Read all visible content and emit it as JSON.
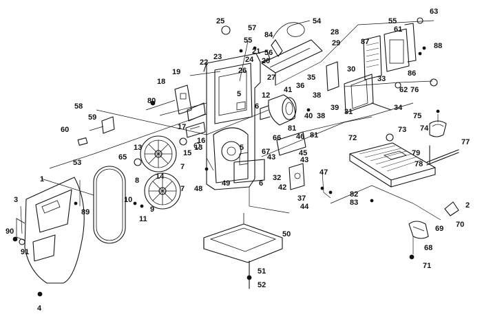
{
  "labels": [
    {
      "id": "1",
      "text": "1"
    },
    {
      "id": "2",
      "text": "2"
    },
    {
      "id": "3",
      "text": "3"
    },
    {
      "id": "4",
      "text": "4"
    },
    {
      "id": "5a",
      "text": "5"
    },
    {
      "id": "5b",
      "text": "5"
    },
    {
      "id": "6a",
      "text": "6"
    },
    {
      "id": "6b",
      "text": "6"
    },
    {
      "id": "7a",
      "text": "7"
    },
    {
      "id": "7b",
      "text": "7"
    },
    {
      "id": "8",
      "text": "8"
    },
    {
      "id": "9",
      "text": "9"
    },
    {
      "id": "10",
      "text": "10"
    },
    {
      "id": "11",
      "text": "11"
    },
    {
      "id": "12",
      "text": "12"
    },
    {
      "id": "13a",
      "text": "13"
    },
    {
      "id": "13b",
      "text": "13"
    },
    {
      "id": "14",
      "text": "14"
    },
    {
      "id": "15",
      "text": "15"
    },
    {
      "id": "16",
      "text": "16"
    },
    {
      "id": "17",
      "text": "17"
    },
    {
      "id": "18",
      "text": "18"
    },
    {
      "id": "19",
      "text": "19"
    },
    {
      "id": "20",
      "text": "20"
    },
    {
      "id": "21",
      "text": "21"
    },
    {
      "id": "22",
      "text": "22"
    },
    {
      "id": "23",
      "text": "23"
    },
    {
      "id": "24",
      "text": "24"
    },
    {
      "id": "25",
      "text": "25"
    },
    {
      "id": "26",
      "text": "26"
    },
    {
      "id": "27",
      "text": "27"
    },
    {
      "id": "28",
      "text": "28"
    },
    {
      "id": "29",
      "text": "29"
    },
    {
      "id": "30",
      "text": "30"
    },
    {
      "id": "31",
      "text": "31"
    },
    {
      "id": "32",
      "text": "32"
    },
    {
      "id": "33",
      "text": "33"
    },
    {
      "id": "34",
      "text": "34"
    },
    {
      "id": "35",
      "text": "35"
    },
    {
      "id": "36",
      "text": "36"
    },
    {
      "id": "37",
      "text": "37"
    },
    {
      "id": "38a",
      "text": "38"
    },
    {
      "id": "38b",
      "text": "38"
    },
    {
      "id": "39",
      "text": "39"
    },
    {
      "id": "40",
      "text": "40"
    },
    {
      "id": "41",
      "text": "41"
    },
    {
      "id": "42",
      "text": "42"
    },
    {
      "id": "43a",
      "text": "43"
    },
    {
      "id": "43b",
      "text": "43"
    },
    {
      "id": "44",
      "text": "44"
    },
    {
      "id": "45",
      "text": "45"
    },
    {
      "id": "46",
      "text": "46"
    },
    {
      "id": "47",
      "text": "47"
    },
    {
      "id": "48",
      "text": "48"
    },
    {
      "id": "49",
      "text": "49"
    },
    {
      "id": "50",
      "text": "50"
    },
    {
      "id": "51",
      "text": "51"
    },
    {
      "id": "52",
      "text": "52"
    },
    {
      "id": "53",
      "text": "53"
    },
    {
      "id": "54",
      "text": "54"
    },
    {
      "id": "55a",
      "text": "55"
    },
    {
      "id": "55b",
      "text": "55"
    },
    {
      "id": "56",
      "text": "56"
    },
    {
      "id": "57",
      "text": "57"
    },
    {
      "id": "58",
      "text": "58"
    },
    {
      "id": "59",
      "text": "59"
    },
    {
      "id": "60",
      "text": "60"
    },
    {
      "id": "61",
      "text": "61"
    },
    {
      "id": "62",
      "text": "62"
    },
    {
      "id": "63",
      "text": "63"
    },
    {
      "id": "65",
      "text": "65"
    },
    {
      "id": "66",
      "text": "66"
    },
    {
      "id": "67",
      "text": "67"
    },
    {
      "id": "68",
      "text": "68"
    },
    {
      "id": "69",
      "text": "69"
    },
    {
      "id": "70",
      "text": "70"
    },
    {
      "id": "71",
      "text": "71"
    },
    {
      "id": "72",
      "text": "72"
    },
    {
      "id": "73",
      "text": "73"
    },
    {
      "id": "74",
      "text": "74"
    },
    {
      "id": "75",
      "text": "75"
    },
    {
      "id": "76",
      "text": "76"
    },
    {
      "id": "77",
      "text": "77"
    },
    {
      "id": "78",
      "text": "78"
    },
    {
      "id": "79",
      "text": "79"
    },
    {
      "id": "80",
      "text": "80"
    },
    {
      "id": "81a",
      "text": "81"
    },
    {
      "id": "81b",
      "text": "81"
    },
    {
      "id": "82",
      "text": "82"
    },
    {
      "id": "83",
      "text": "83"
    },
    {
      "id": "84",
      "text": "84"
    },
    {
      "id": "86",
      "text": "86"
    },
    {
      "id": "87",
      "text": "87"
    },
    {
      "id": "88",
      "text": "88"
    },
    {
      "id": "89",
      "text": "89"
    },
    {
      "id": "90",
      "text": "90"
    },
    {
      "id": "91",
      "text": "91"
    }
  ]
}
